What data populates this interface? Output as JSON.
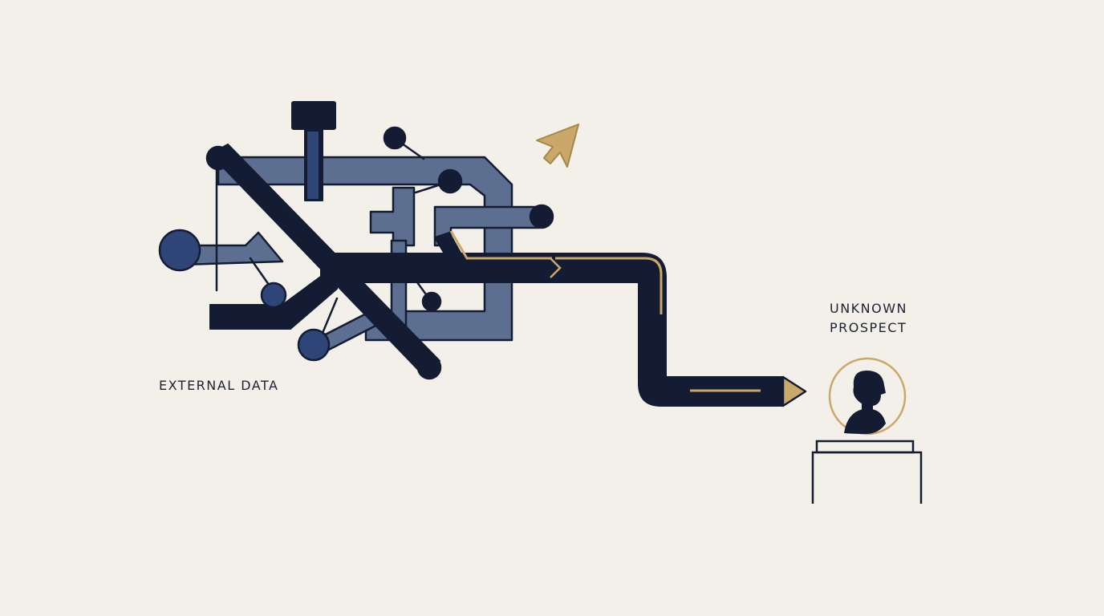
{
  "labels": {
    "source": "EXTERNAL DATA",
    "target_line1": "UNKNOWN",
    "target_line2": "PROSPECT"
  },
  "colors": {
    "background": "#f2f0e8",
    "navy": "#141c34",
    "slate_blue": "#5c6f90",
    "royal_blue": "#2f4578",
    "gold": "#c9a86a"
  },
  "icons": [
    "cursor-arrow-icon",
    "person-icon",
    "pencil-tip-icon"
  ]
}
